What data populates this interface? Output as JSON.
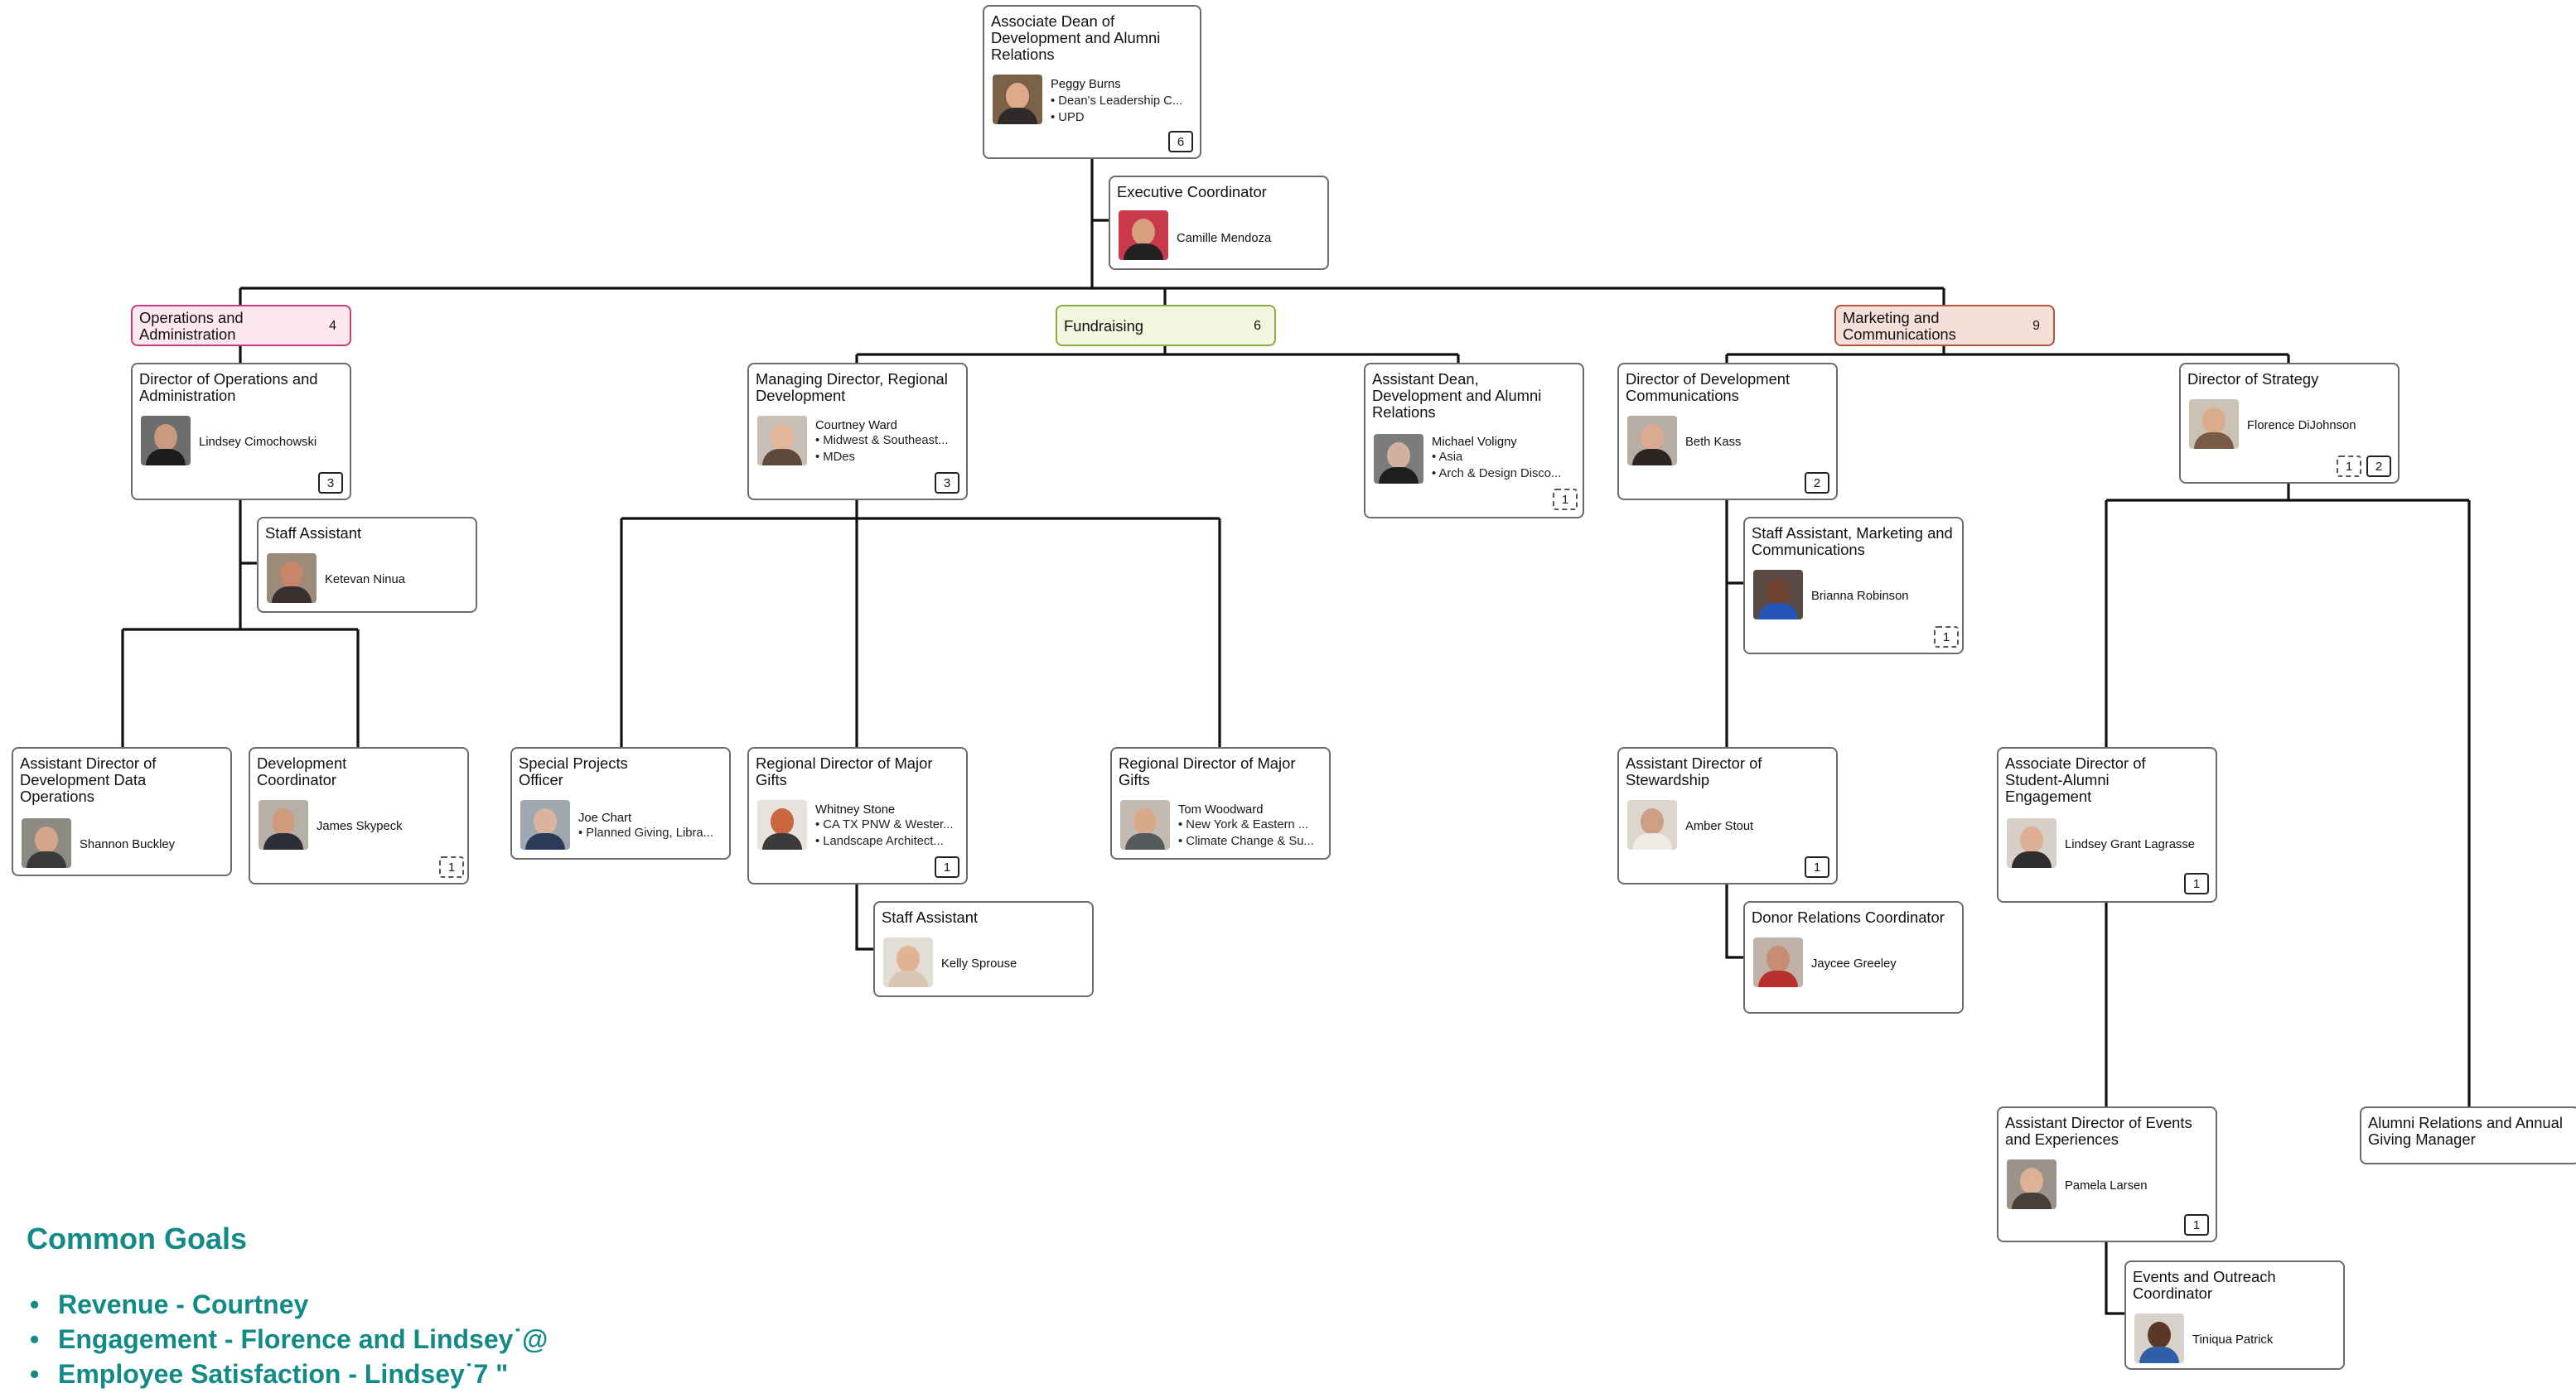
{
  "colors": {
    "ops_fill": "#fde8f0",
    "ops_border": "#c2407a",
    "fund_fill": "#f1f6df",
    "fund_border": "#8bab3b",
    "mkt_fill": "#f5e0d9",
    "mkt_border": "#b0563f",
    "goals_text": "#138a86"
  },
  "root": {
    "title": "Associate Dean of Development and Alumni Relations",
    "name": "Peggy Burns",
    "details": [
      "• Dean's Leadership C...",
      "• UPD"
    ],
    "count": "6"
  },
  "exec": {
    "title": "Executive Coordinator",
    "name": "Camille Mendoza"
  },
  "depts": {
    "ops": {
      "label": "Operations and Administration",
      "count": "4"
    },
    "fund": {
      "label": "Fundraising",
      "count": "6"
    },
    "mkt": {
      "label": "Marketing and Communications",
      "count": "9"
    }
  },
  "ops": {
    "director": {
      "title": "Director of Operations and Administration",
      "name": "Lindsey Cimochowski",
      "count": "3"
    },
    "staff": {
      "title": "Staff Assistant",
      "name": "Ketevan Ninua"
    },
    "asst_data": {
      "title": "Assistant Director of Development Data Operations",
      "name": "Shannon Buckley"
    },
    "dev_coord": {
      "title": "Development Coordinator",
      "name": "James Skypeck",
      "count": "1"
    }
  },
  "fund": {
    "md": {
      "title": "Managing Director, Regional Development",
      "name": "Courtney Ward",
      "details": [
        "• Midwest & Southeast...",
        "• MDes"
      ],
      "count": "3"
    },
    "ad": {
      "title": "Assistant Dean, Development and Alumni Relations",
      "name": "Michael Voligny",
      "details": [
        "• Asia",
        "• Arch & Design Disco..."
      ],
      "count": "1"
    },
    "special": {
      "title": "Special Projects Officer",
      "name": "Joe Chart",
      "details": [
        "• Planned Giving, Libra..."
      ]
    },
    "rd1": {
      "title": "Regional Director of Major Gifts",
      "name": "Whitney Stone",
      "details": [
        "• CA TX PNW & Wester...",
        "• Landscape Architect..."
      ],
      "count": "1"
    },
    "rd2": {
      "title": "Regional Director of Major Gifts",
      "name": "Tom Woodward",
      "details": [
        "• New York & Eastern ...",
        "• Climate Change & Su..."
      ]
    },
    "staff": {
      "title": "Staff Assistant",
      "name": "Kelly Sprouse"
    }
  },
  "mkt": {
    "comms": {
      "title": "Director of Development Communications",
      "name": "Beth Kass",
      "count": "2"
    },
    "strategy": {
      "title": "Director of Strategy",
      "name": "Florence DiJohnson",
      "count_a": "1",
      "count_b": "2"
    },
    "staff": {
      "title": "Staff Assistant, Marketing and Communications",
      "name": "Brianna Robinson",
      "count": "1"
    },
    "stewardship": {
      "title": "Assistant Director of Stewardship",
      "name": "Amber Stout",
      "count": "1"
    },
    "donor": {
      "title": "Donor Relations Coordinator",
      "name": "Jaycee Greeley"
    },
    "student": {
      "title": "Associate Director of Student-Alumni Engagement",
      "name": "Lindsey Grant Lagrasse",
      "count": "1"
    },
    "events": {
      "title": "Assistant Director of Events and Experiences",
      "name": "Pamela Larsen",
      "count": "1"
    },
    "alumni": {
      "title": "Alumni Relations and Annual Giving Manager"
    },
    "outreach": {
      "title": "Events and Outreach Coordinator",
      "name": "Tiniqua Patrick"
    }
  },
  "goals": {
    "title": "Common Goals",
    "items": [
      "Revenue - Courtney",
      "Engagement - Florence and Lindsey˙@",
      "Employee Satisfaction - Lindsey˙7 \""
    ]
  }
}
